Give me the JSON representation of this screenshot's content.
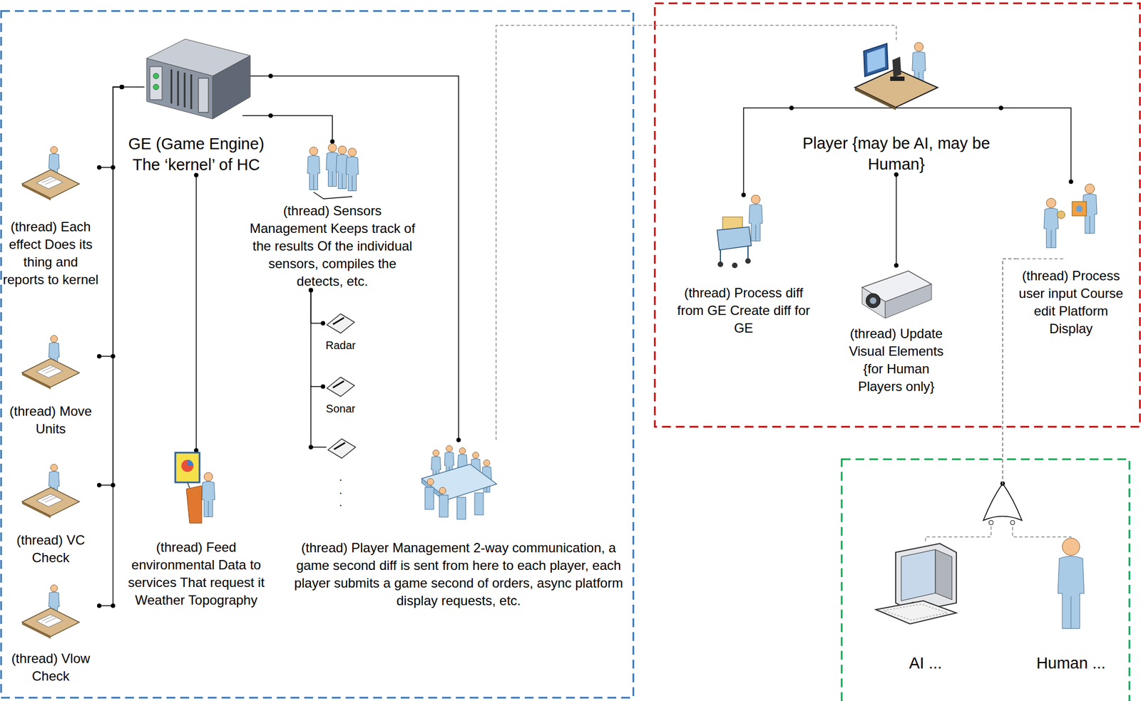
{
  "diagram": {
    "nodes": [
      {
        "text": [
          "GE (Game Engine) The ‘kernel’ of HC"
        ]
      },
      {
        "text": [
          "(thread) Each effect Does its thing and reports to kernel"
        ]
      },
      {
        "text": [
          "(thread) Move Units"
        ]
      },
      {
        "text": [
          "(thread) VC Check"
        ]
      },
      {
        "text": [
          "(thread) Vlow Check"
        ]
      },
      {
        "text": [
          "(thread) Feed environmental Data to services That request it Weather Topography"
        ]
      },
      {
        "text": [
          "(thread) Sensors Management Keeps track of the results Of the individual sensors, compiles the detects, etc."
        ]
      },
      {
        "text": [
          "Radar"
        ]
      },
      {
        "text": [
          "Sonar"
        ]
      },
      {
        "text": [
          "(thread) Player Management 2-way communication, a game second diff is sent from here to each player, each player submits a game second of orders, async platform display requests, etc."
        ]
      },
      {
        "text": [
          "Player {may be AI, may be Human}"
        ]
      },
      {
        "text": [
          "(thread) Process diff from GE Create diff for GE"
        ]
      },
      {
        "text": [
          "(thread) Update Visual Elements {for Human Players only}"
        ]
      },
      {
        "text": [
          "(thread) Process user input Course edit Platform Display"
        ]
      },
      {
        "text": [
          "AI ..."
        ]
      },
      {
        "text": [
          "Human ..."
        ]
      }
    ],
    "edges": [
      {
        "from": 0,
        "to": 1,
        "arrow": "none"
      },
      {
        "from": 0,
        "to": 2,
        "arrow": "none"
      },
      {
        "from": 0,
        "to": 3,
        "arrow": "none"
      },
      {
        "from": 0,
        "to": 4,
        "arrow": "none"
      },
      {
        "from": 0,
        "to": 5,
        "arrow": "none"
      },
      {
        "from": 0,
        "to": 6,
        "arrow": "none"
      },
      {
        "from": 6,
        "to": 7,
        "arrow": "none"
      },
      {
        "from": 6,
        "to": 8,
        "arrow": "none"
      },
      {
        "from": 0,
        "to": 9,
        "arrow": "none"
      },
      {
        "from": 9,
        "to": 10,
        "arrow": "none"
      },
      {
        "from": 10,
        "to": 11,
        "arrow": "none"
      },
      {
        "from": 10,
        "to": 12,
        "arrow": "none"
      },
      {
        "from": 10,
        "to": 13,
        "arrow": "none"
      },
      {
        "from": 14,
        "to": 13,
        "arrow": "none"
      },
      {
        "from": 15,
        "to": 13,
        "arrow": "none"
      }
    ],
    "labels": [
      ".",
      ".",
      "."
    ]
  }
}
